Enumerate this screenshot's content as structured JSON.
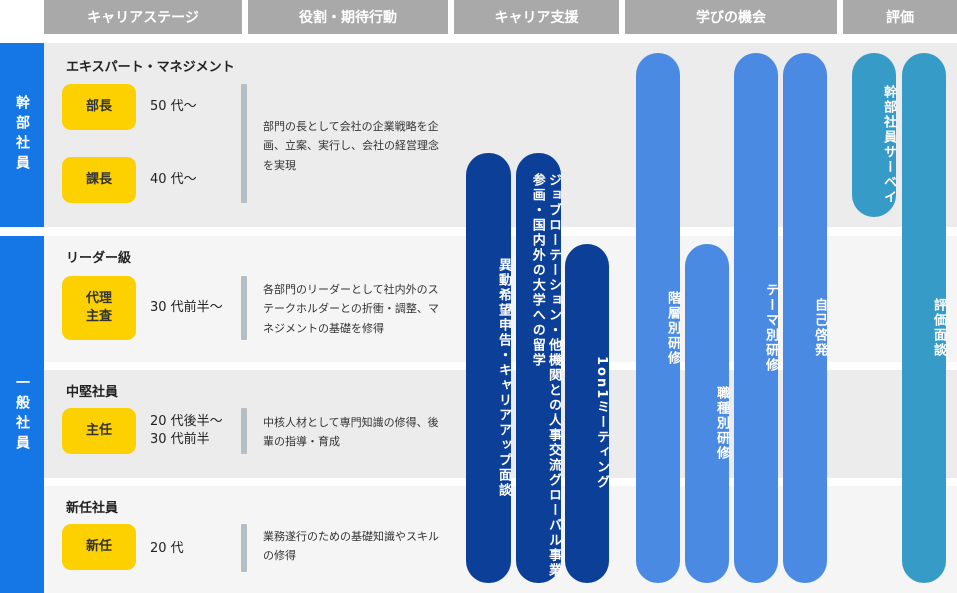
{
  "headers": {
    "career_stage": "キャリアステージ",
    "roles": "役割・期待行動",
    "career_support": "キャリア支援",
    "learning": "学びの機会",
    "evaluation": "評価"
  },
  "tiers": {
    "executive": "幹部社員",
    "general": "一般社員"
  },
  "groups": {
    "expert": "エキスパート・マネジメント",
    "leader": "リーダー級",
    "mid": "中堅社員",
    "new": "新任社員"
  },
  "roles": {
    "bucho": "部長",
    "kacho": "課長",
    "dairi": "代理\n主査",
    "shunin": "主任",
    "shinnin": "新任"
  },
  "ages": {
    "bucho": "50 代〜",
    "kacho": "40 代〜",
    "dairi": "30 代前半〜",
    "shunin": "20 代後半〜\n30 代前半",
    "shinnin": "20 代"
  },
  "descriptions": {
    "expert": "部門の長として会社の企業戦略を企画、立案、実行し、会社の経営理念を実現",
    "leader": "各部門のリーダーとして社内外のステークホルダーとの折衝・調整、マネジメントの基礎を修得",
    "mid": "中核人材として専門知識の修得、後輩の指導・育成",
    "new": "業務遂行のための基礎知識やスキルの修得"
  },
  "career_support": {
    "transfer": "異動希望申告・キャリアアップ面談",
    "rotation": "ジョブローテーション・他機関との人事交流グローバル事業参画・国内外の大学への留学",
    "one_on_one": "1on1ミーティング"
  },
  "learning": {
    "tiered": "階層別研修",
    "job_type": "職種別研修",
    "theme": "テーマ別研修",
    "self_dev": "自己啓発"
  },
  "evaluation": {
    "survey": "幹部社員サーベイ",
    "interview": "評価面談"
  },
  "colors": {
    "header_gray": "#a9a9a9",
    "tier_blue": "#1477e5",
    "role_yellow": "#fdd100",
    "navy": "#0b3f98",
    "blue": "#4a8ae3",
    "teal": "#379bc8"
  }
}
